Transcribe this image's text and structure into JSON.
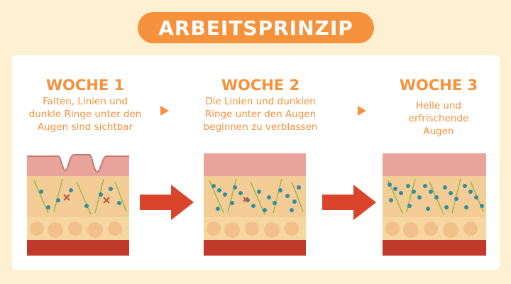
{
  "title": "ARBEITSPRINZIP",
  "steps": [
    {
      "week": "WOCHE 1",
      "description": "Falten, Linien und dunkle Ringe unter den Augen sind sichtbar"
    },
    {
      "week": "WOCHE 2",
      "description": "Die Linien und dunklen Ringe unter den Augen beginnen zu verblassen"
    },
    {
      "week": "WOCHE 3",
      "description": "Helle und erfrischende Augen"
    }
  ],
  "colors": {
    "accent": "#f6923b",
    "background": "#fdf0d3",
    "arrow": "#d9442b",
    "skin_top": "#e8a49a",
    "skin_bottom_band": "#c0392b"
  },
  "icons": [
    "triangle-right-icon",
    "red-arrow-icon"
  ]
}
